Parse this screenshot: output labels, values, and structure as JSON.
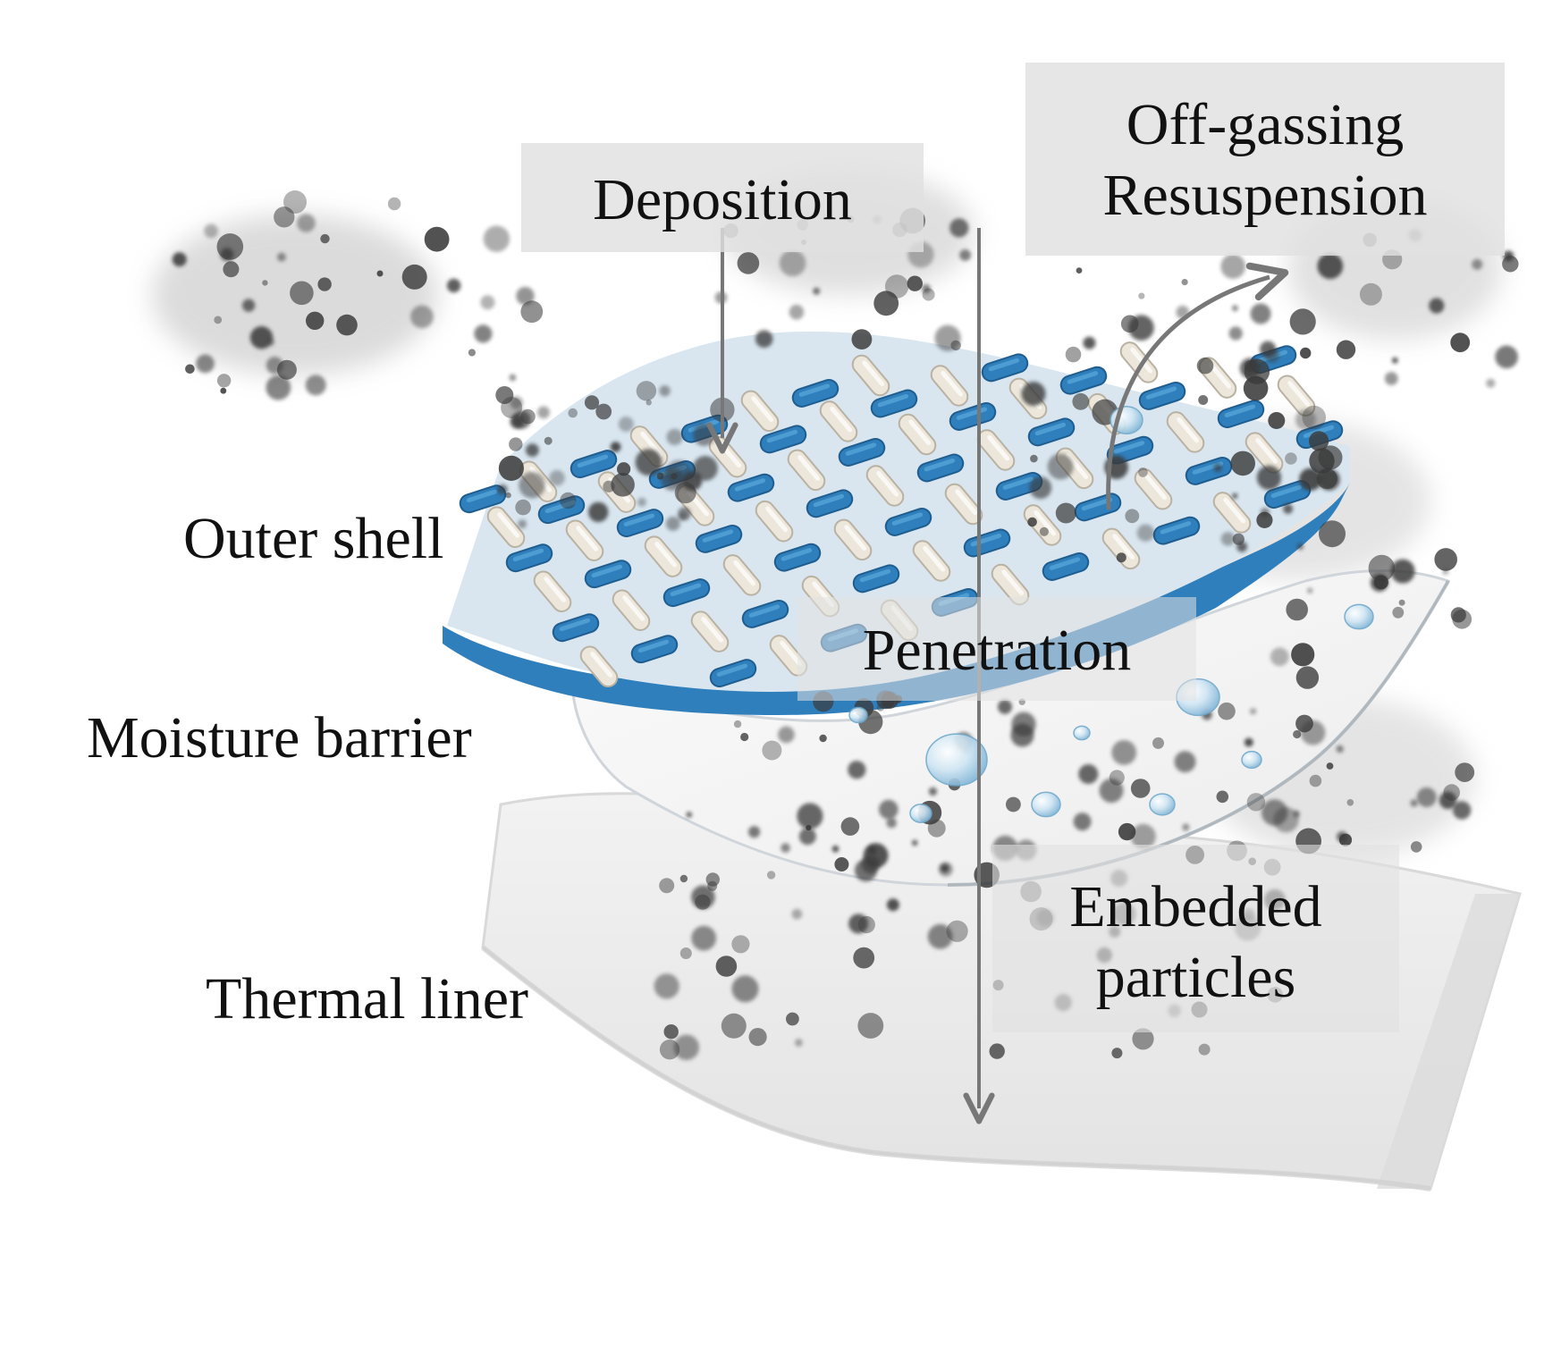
{
  "labels": {
    "deposition": "Deposition",
    "offgassing_line1": "Off-gassing",
    "offgassing_line2": "Resuspension",
    "outer_shell": "Outer shell",
    "moisture_barrier": "Moisture barrier",
    "penetration": "Penetration",
    "embedded_line1": "Embedded",
    "embedded_line2": "particles",
    "thermal_liner": "Thermal liner"
  },
  "colors": {
    "shell_blue": "#2f7fbd",
    "shell_blue_light": "#5aa9dc",
    "yarn_white": "#ece7da",
    "arrow_gray": "#777777",
    "label_box": "#e1e1e1",
    "soot": "#3a3a3a",
    "droplet": "#9fcbe6"
  }
}
